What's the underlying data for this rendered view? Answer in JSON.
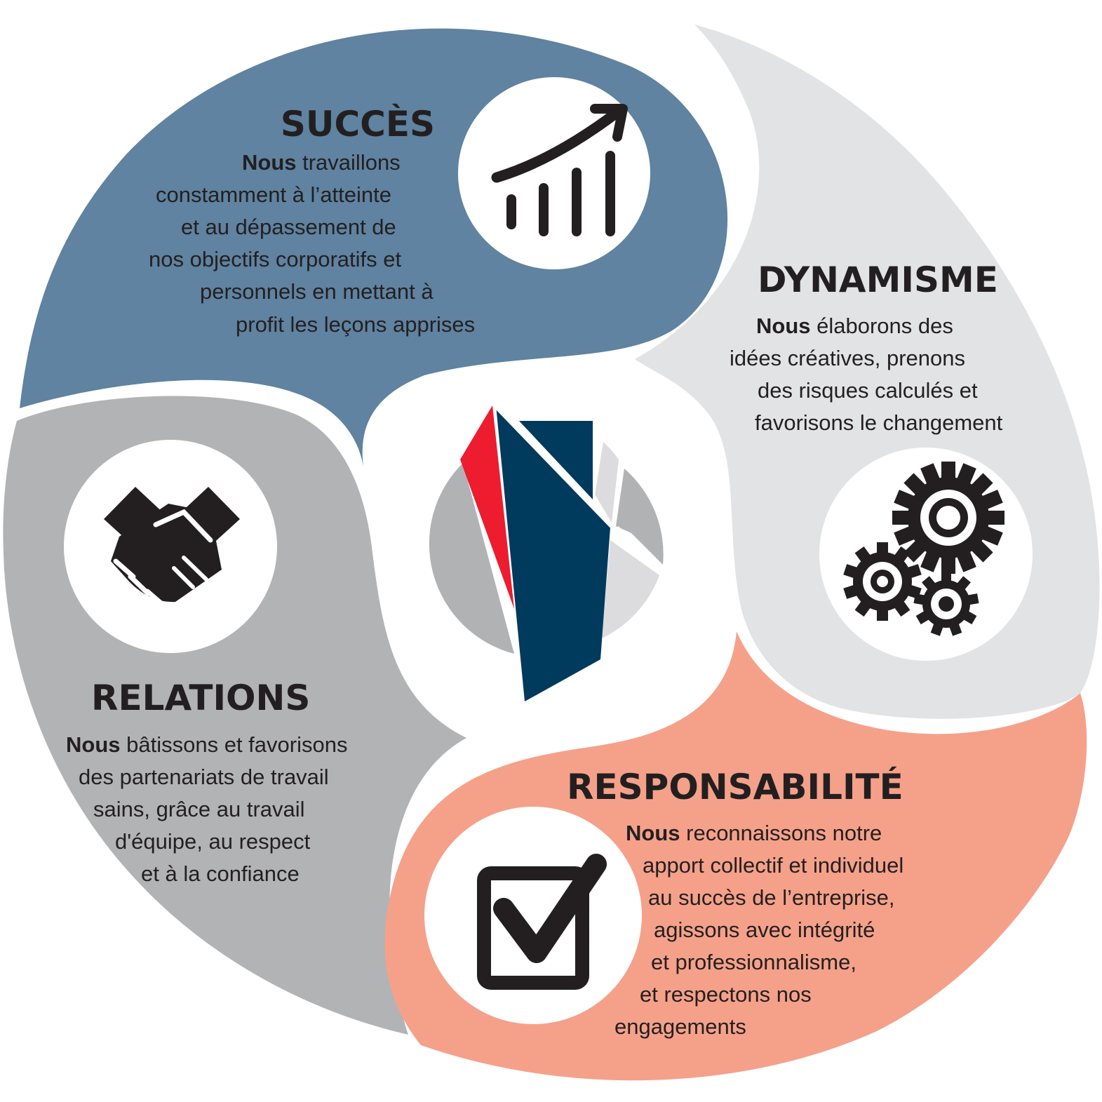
{
  "colors": {
    "succes": "#5f83a0",
    "dynamisme": "#e2e3e5",
    "relations": "#b2b3b5",
    "responsabilite": "#f5a18a",
    "icon": "#231f20",
    "logo_navy": "#003a5c",
    "logo_red": "#ed1c2e",
    "logo_gray_dark": "#b1b2b4",
    "logo_gray_light": "#dcdcde"
  },
  "sections": {
    "succes": {
      "title": "SUCCÈS",
      "lead": "Nous",
      "lines": [
        "travaillons",
        "constamment à l’atteinte",
        "et au dépassement de",
        "nos objectifs corporatifs et",
        "personnels en mettant à",
        "profit les leçons apprises"
      ],
      "icon": "growth-chart-icon"
    },
    "dynamisme": {
      "title": "DYNAMISME",
      "lead": "Nous",
      "lines": [
        "élaborons des",
        "idées créatives, prenons",
        "des risques calculés et",
        "favorisons le changement"
      ],
      "icon": "gears-icon"
    },
    "relations": {
      "title": "RELATIONS",
      "lead": "Nous",
      "lines": [
        "bâtissons et favorisons",
        "des partenariats de travail",
        "sains, grâce au travail",
        "d'équipe, au respect",
        "et à la confiance"
      ],
      "icon": "handshake-icon"
    },
    "responsabilite": {
      "title": "RESPONSABILITÉ",
      "lead": "Nous",
      "lines": [
        "reconnaissons notre",
        "apport collectif et individuel",
        "au succès de l’entreprise,",
        "agissons avec intégrité",
        "et professionnalisme,",
        "et respectons nos",
        "engagements"
      ],
      "icon": "checkbox-icon"
    }
  },
  "center": {
    "icon": "company-logo-icon"
  }
}
